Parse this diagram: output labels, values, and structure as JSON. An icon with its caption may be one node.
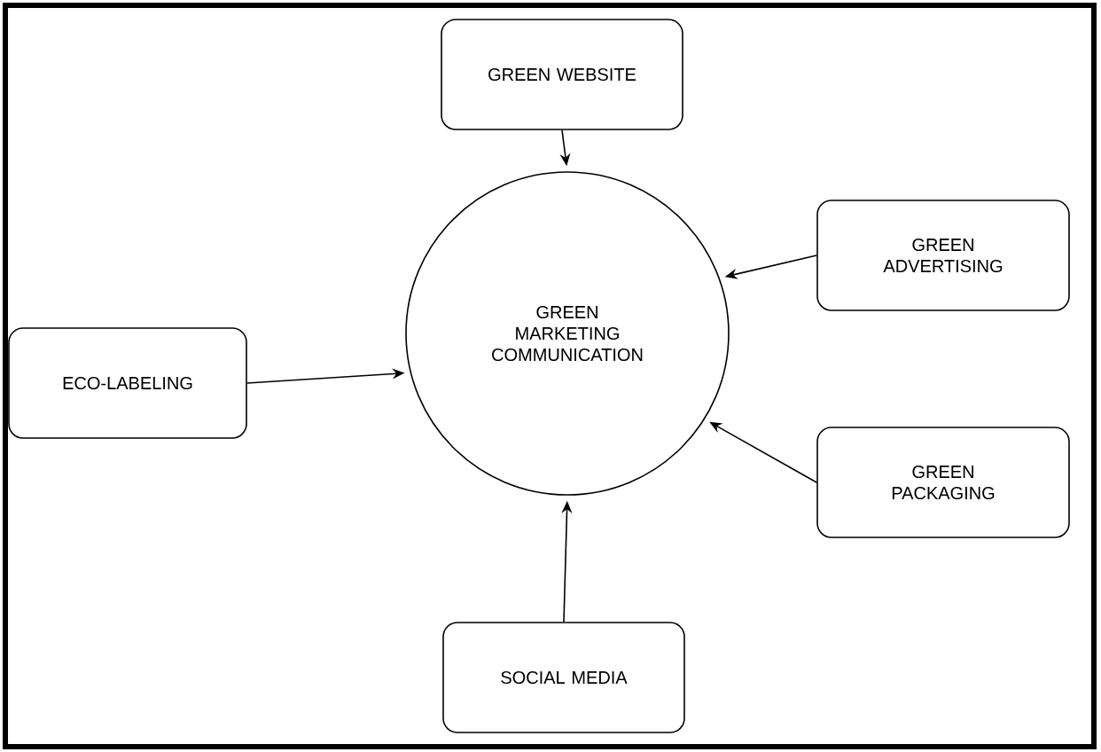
{
  "diagram": {
    "nodes": [
      {
        "text": [
          "GREEN WEBSITE"
        ]
      },
      {
        "text": [
          "GREEN ADVERTISING"
        ]
      },
      {
        "text": [
          "ECO-LABELING"
        ]
      },
      {
        "text": [
          "GREEN MARKETING COMMUNICATION"
        ]
      },
      {
        "text": [
          "GREEN PACKAGING"
        ]
      },
      {
        "text": [
          "SOCIAL MEDIA"
        ]
      }
    ],
    "edges": [
      {
        "from": 0,
        "to": 3,
        "arrow": "to"
      },
      {
        "from": 1,
        "to": 3,
        "arrow": "to"
      },
      {
        "from": 2,
        "to": 3,
        "arrow": "to"
      },
      {
        "from": 4,
        "to": 3,
        "arrow": "to"
      },
      {
        "from": 5,
        "to": 3,
        "arrow": "to"
      }
    ]
  }
}
